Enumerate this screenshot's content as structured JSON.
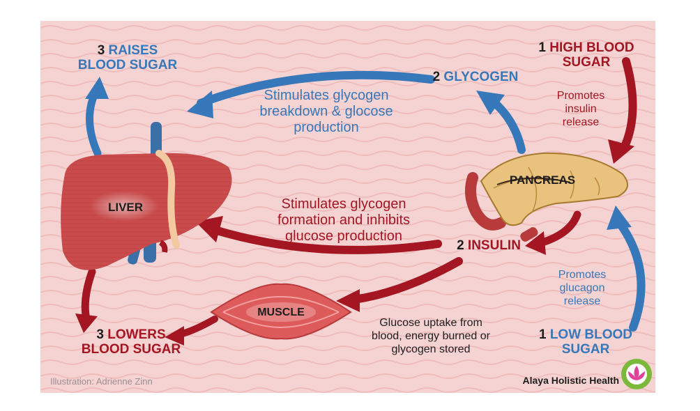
{
  "colors": {
    "background": "#f6d3d3",
    "blue_arrow": "#3778ba",
    "red_arrow": "#a31622",
    "liver": "#c94b4b",
    "pancreas": "#e9c27e",
    "muscle": "#de5b5b",
    "logo": "#7ab93a"
  },
  "high_blood_sugar": {
    "num": "1",
    "label_line1": "HIGH BLOOD",
    "label_line2": "SUGAR"
  },
  "promotes_insulin": {
    "line1": "Promotes",
    "line2": "insulin",
    "line3": "release"
  },
  "pancreas_label": "PANCREAS",
  "glycogen": {
    "num": "2",
    "label": "GLYCOGEN"
  },
  "glycogen_desc": {
    "line1": "Stimulates glycogen",
    "line2": "breakdown & glocose",
    "line3": "production"
  },
  "raises": {
    "num": "3",
    "label_line1": "RAISES",
    "label_line2": "BLOOD SUGAR"
  },
  "liver_label": "LIVER",
  "insulin_desc": {
    "line1": "Stimulates glycogen",
    "line2": "formation and inhibits",
    "line3": "glucose production"
  },
  "insulin": {
    "num": "2",
    "label": "INSULIN"
  },
  "muscle_label": "MUSCLE",
  "lowers": {
    "num": "3",
    "label_line1": "LOWERS",
    "label_line2": "BLOOD SUGAR"
  },
  "uptake_desc": {
    "line1": "Glucose uptake from",
    "line2": "blood, energy burned or",
    "line3": "glycogen stored"
  },
  "promotes_glucagon": {
    "line1": "Promotes",
    "line2": "glucagon",
    "line3": "release"
  },
  "low_blood_sugar": {
    "num": "1",
    "label_line1": "LOW BLOOD",
    "label_line2": "SUGAR"
  },
  "credit": "Illustration: Adrienne Zinn",
  "brand": "Alaya Holistic Health"
}
